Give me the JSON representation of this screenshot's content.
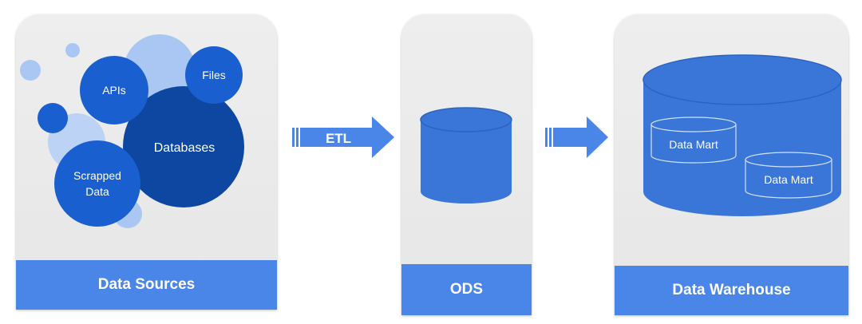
{
  "sources": {
    "label": "Data Sources",
    "bubbles": {
      "apis": "APIs",
      "files": "Files",
      "databases": "Databases",
      "scrapped_line1": "Scrapped",
      "scrapped_line2": "Data"
    }
  },
  "etl": {
    "label": "ETL"
  },
  "ods": {
    "label": "ODS"
  },
  "warehouse": {
    "label": "Data Warehouse",
    "marts": [
      "Data Mart",
      "Data Mart"
    ]
  },
  "colors": {
    "primary": "#4a86e8",
    "dark": "#0d47a1",
    "mid": "#1a5fd0",
    "light": "#a9c7f2",
    "panel": "#eeeeee"
  }
}
